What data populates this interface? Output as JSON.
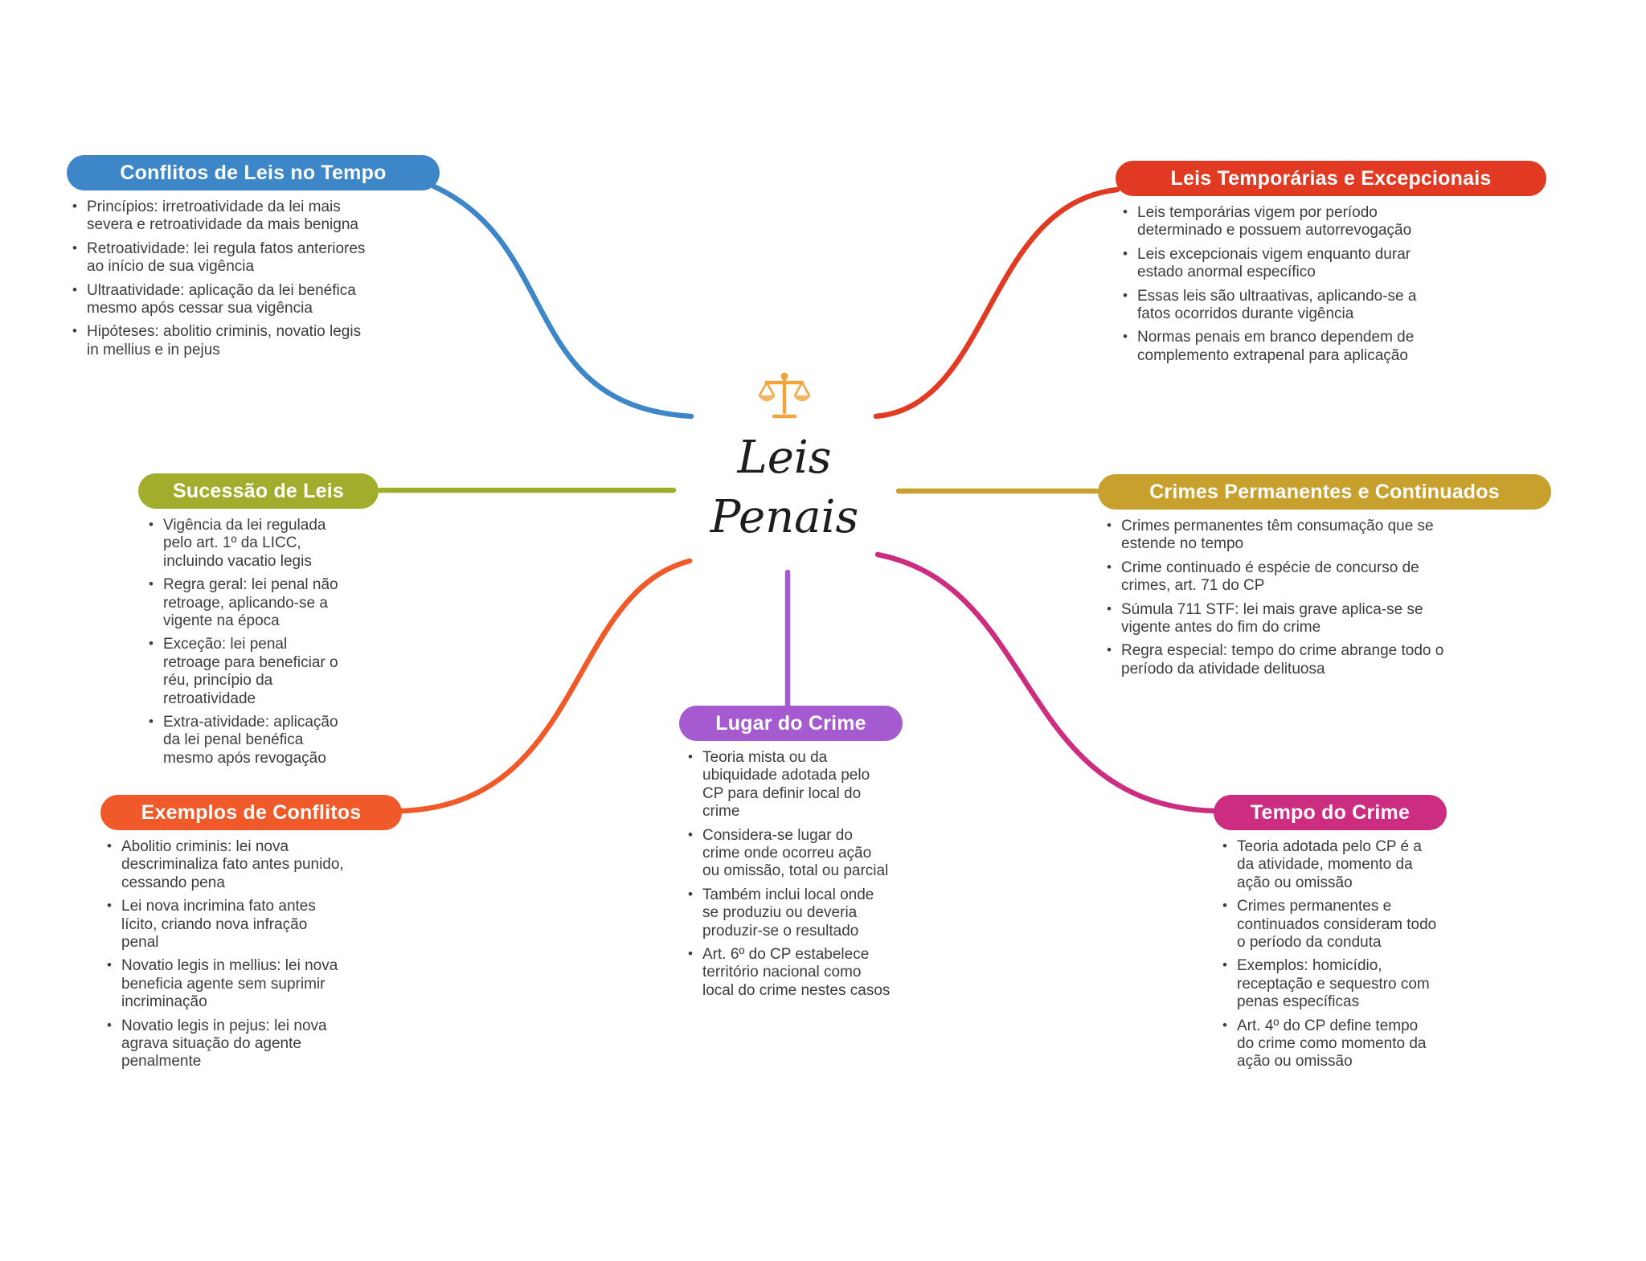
{
  "ui": {
    "bullet": "•"
  },
  "center": {
    "icon": "scales-of-justice",
    "icon_color": "#f2a43c",
    "line1": "Leis",
    "line2": "Penais"
  },
  "nodes": [
    {
      "id": "conflitos-de-leis-no-tempo",
      "title": "Conflitos de Leis no Tempo",
      "color": "#3d86c8",
      "items": [
        "Princípios: irretroatividade da lei mais severa e retroatividade da mais benigna",
        "Retroatividade: lei regula fatos anteriores ao início de sua vigência",
        "Ultraatividade: aplicação da lei benéfica mesmo após cessar sua vigência",
        "Hipóteses: abolitio criminis, novatio legis in mellius e in pejus"
      ]
    },
    {
      "id": "leis-temporarias-e-excepcionais",
      "title": "Leis Temporárias e Excepcionais",
      "color": "#e03a22",
      "items": [
        "Leis temporárias vigem por período determinado e possuem autorrevogação",
        "Leis excepcionais vigem enquanto durar estado anormal específico",
        "Essas leis são ultraativas, aplicando-se a fatos ocorridos durante vigência",
        "Normas penais em branco dependem de complemento extrapenal para aplicação"
      ]
    },
    {
      "id": "sucessao-de-leis",
      "title": "Sucessão de Leis",
      "color": "#a1ae2d",
      "items": [
        "Vigência da lei regulada pelo art. 1º da LICC, incluindo vacatio legis",
        "Regra geral: lei penal não retroage, aplicando-se a vigente na época",
        "Exceção: lei penal retroage para beneficiar o réu, princípio da retroatividade",
        "Extra-atividade: aplicação da lei penal benéfica mesmo após revogação"
      ]
    },
    {
      "id": "crimes-permanentes-e-continuados",
      "title": "Crimes Permanentes e Continuados",
      "color": "#c7a02d",
      "items": [
        "Crimes permanentes têm consumação que se estende no tempo",
        "Crime continuado é espécie de concurso de crimes, art. 71 do CP",
        "Súmula 711 STF: lei mais grave aplica-se se vigente antes do fim do crime",
        "Regra especial: tempo do crime abrange todo o período da atividade delituosa"
      ]
    },
    {
      "id": "exemplos-de-conflitos",
      "title": "Exemplos de Conflitos",
      "color": "#f05a28",
      "items": [
        "Abolitio criminis: lei nova descriminaliza fato antes punido, cessando pena",
        "Lei nova incrimina fato antes lícito, criando nova infração penal",
        "Novatio legis in mellius: lei nova beneficia agente sem suprimir incriminação",
        "Novatio legis in pejus: lei nova agrava situação do agente penalmente"
      ]
    },
    {
      "id": "lugar-do-crime",
      "title": "Lugar do Crime",
      "color": "#a55ad0",
      "items": [
        "Teoria mista ou da ubiquidade adotada pelo CP para definir local do crime",
        "Considera-se lugar do crime onde ocorreu ação ou omissão, total ou parcial",
        "Também inclui local onde se produziu ou deveria produzir-se o resultado",
        "Art. 6º do CP estabelece território nacional como local do crime nestes casos"
      ]
    },
    {
      "id": "tempo-do-crime",
      "title": "Tempo do Crime",
      "color": "#cd2d80",
      "items": [
        "Teoria adotada pelo CP é a da atividade, momento da ação ou omissão",
        "Crimes permanentes e continuados consideram todo o período da conduta",
        "Exemplos: homicídio, receptação e sequestro com penas específicas",
        "Art. 4º do CP define tempo do crime como momento da ação ou omissão"
      ]
    }
  ]
}
